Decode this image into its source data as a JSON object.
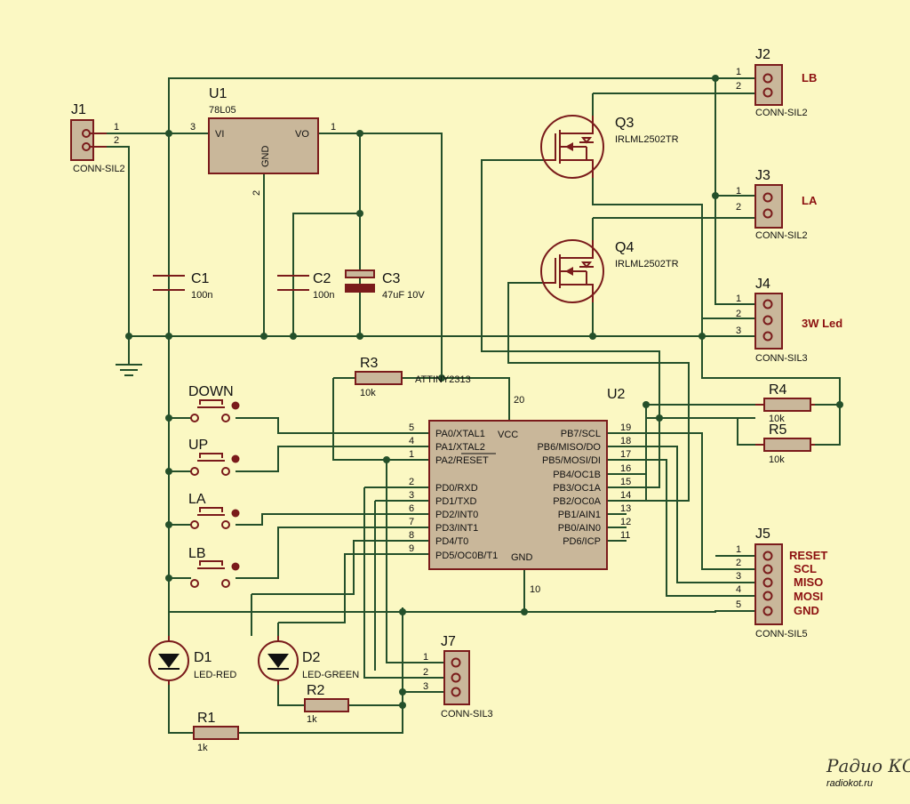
{
  "parts": {
    "J1": {
      "ref": "J1",
      "value": "CONN-SIL2",
      "pins": [
        "1",
        "2"
      ]
    },
    "J2": {
      "ref": "J2",
      "value": "CONN-SIL2",
      "pins": [
        "1",
        "2"
      ],
      "signal": "LB"
    },
    "J3": {
      "ref": "J3",
      "value": "CONN-SIL2",
      "pins": [
        "1",
        "2"
      ],
      "signal": "LA"
    },
    "J4": {
      "ref": "J4",
      "value": "CONN-SIL3",
      "pins": [
        "1",
        "2",
        "3"
      ],
      "signal": "3W Led"
    },
    "J5": {
      "ref": "J5",
      "value": "CONN-SIL5",
      "pins": [
        "1",
        "2",
        "3",
        "4",
        "5"
      ],
      "signals": [
        "RESET",
        "SCL",
        "MISO",
        "MOSI",
        "GND"
      ]
    },
    "J7": {
      "ref": "J7",
      "value": "CONN-SIL3",
      "pins": [
        "1",
        "2",
        "3"
      ]
    },
    "U1": {
      "ref": "U1",
      "value": "78L05",
      "vi": "VI",
      "vo": "VO",
      "gnd": "GND",
      "pin_vi": "3",
      "pin_vo": "1",
      "pin_gnd": "2"
    },
    "U2": {
      "ref": "U2",
      "value": "ATTINY2313",
      "vcc": "VCC",
      "gnd": "GND",
      "pin_vcc": "20",
      "pin_gnd": "10",
      "left_pins": [
        {
          "num": "5",
          "name": "PA0/XTAL1"
        },
        {
          "num": "4",
          "name": "PA1/XTAL2"
        },
        {
          "num": "1",
          "name": "PA2/RESET"
        },
        {
          "num": "2",
          "name": "PD0/RXD"
        },
        {
          "num": "3",
          "name": "PD1/TXD"
        },
        {
          "num": "6",
          "name": "PD2/INT0"
        },
        {
          "num": "7",
          "name": "PD3/INT1"
        },
        {
          "num": "8",
          "name": "PD4/T0"
        },
        {
          "num": "9",
          "name": "PD5/OC0B/T1"
        }
      ],
      "right_pins": [
        {
          "num": "19",
          "name": "PB7/SCL"
        },
        {
          "num": "18",
          "name": "PB6/MISO/DO"
        },
        {
          "num": "17",
          "name": "PB5/MOSI/DI"
        },
        {
          "num": "16",
          "name": "PB4/OC1B"
        },
        {
          "num": "15",
          "name": "PB3/OC1A"
        },
        {
          "num": "14",
          "name": "PB2/OC0A"
        },
        {
          "num": "13",
          "name": "PB1/AIN1"
        },
        {
          "num": "12",
          "name": "PB0/AIN0"
        },
        {
          "num": "11",
          "name": "PD6/ICP"
        }
      ]
    },
    "Q3": {
      "ref": "Q3",
      "value": "IRLML2502TR"
    },
    "Q4": {
      "ref": "Q4",
      "value": "IRLML2502TR"
    },
    "C1": {
      "ref": "C1",
      "value": "100n"
    },
    "C2": {
      "ref": "C2",
      "value": "100n"
    },
    "C3": {
      "ref": "C3",
      "value": "47uF 10V"
    },
    "R1": {
      "ref": "R1",
      "value": "1k"
    },
    "R2": {
      "ref": "R2",
      "value": "1k"
    },
    "R3": {
      "ref": "R3",
      "value": "10k"
    },
    "R4": {
      "ref": "R4",
      "value": "10k"
    },
    "R5": {
      "ref": "R5",
      "value": "10k"
    },
    "D1": {
      "ref": "D1",
      "value": "LED-RED"
    },
    "D2": {
      "ref": "D2",
      "value": "LED-GREEN"
    },
    "buttons": [
      "DOWN",
      "UP",
      "LA",
      "LB"
    ]
  },
  "watermark": {
    "line1": "Радио КОТ",
    "line2": "radiokot.ru"
  },
  "colors": {
    "background": "#fbf8c3",
    "wire": "#24502a",
    "component": "#7a1b1b",
    "body": "#c9b79a",
    "signal": "#8c1010"
  }
}
